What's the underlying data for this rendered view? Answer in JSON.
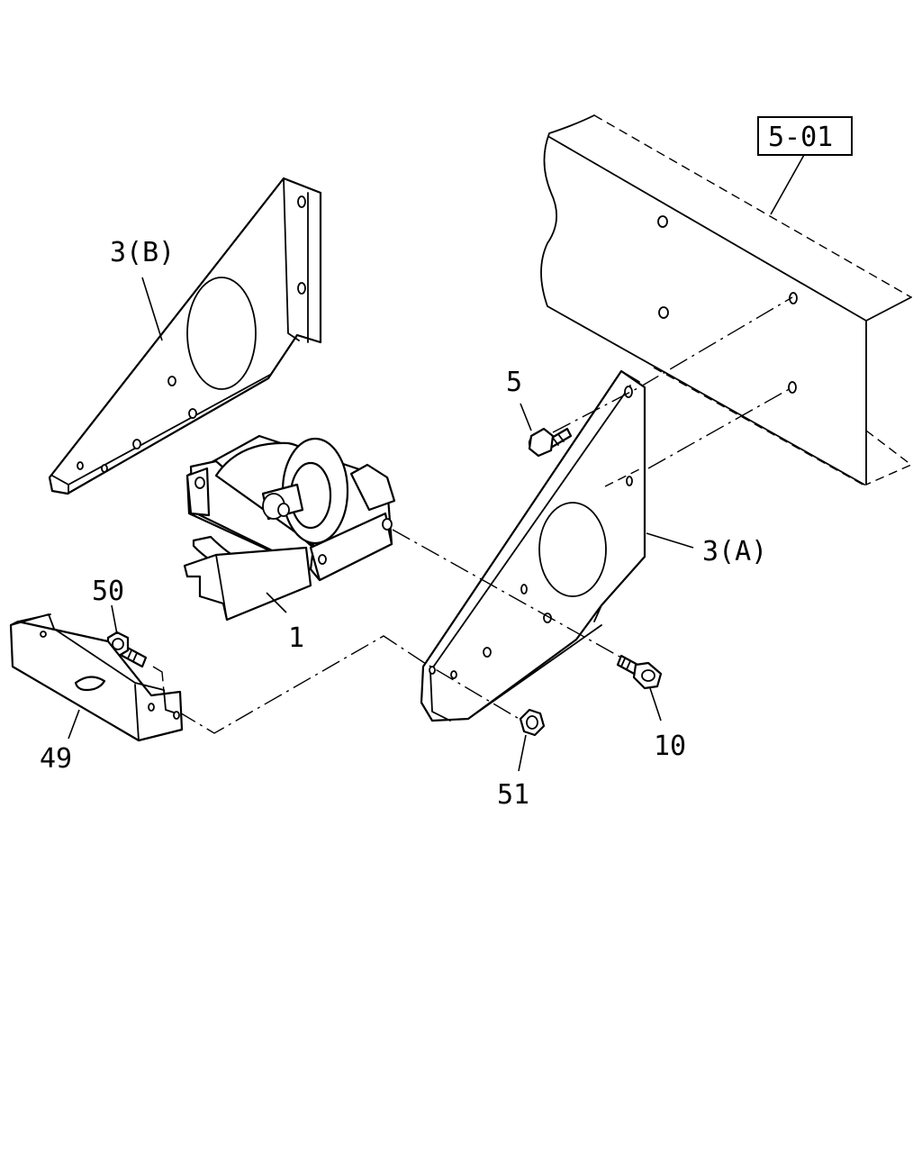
{
  "reference": "5-01",
  "callouts": {
    "bracket_b": "3(B)",
    "bracket_a": "3(A)",
    "bolt_5": "5",
    "mount": "1",
    "bolt_50": "50",
    "bolt_10": "10",
    "cover": "49",
    "nut": "51"
  }
}
